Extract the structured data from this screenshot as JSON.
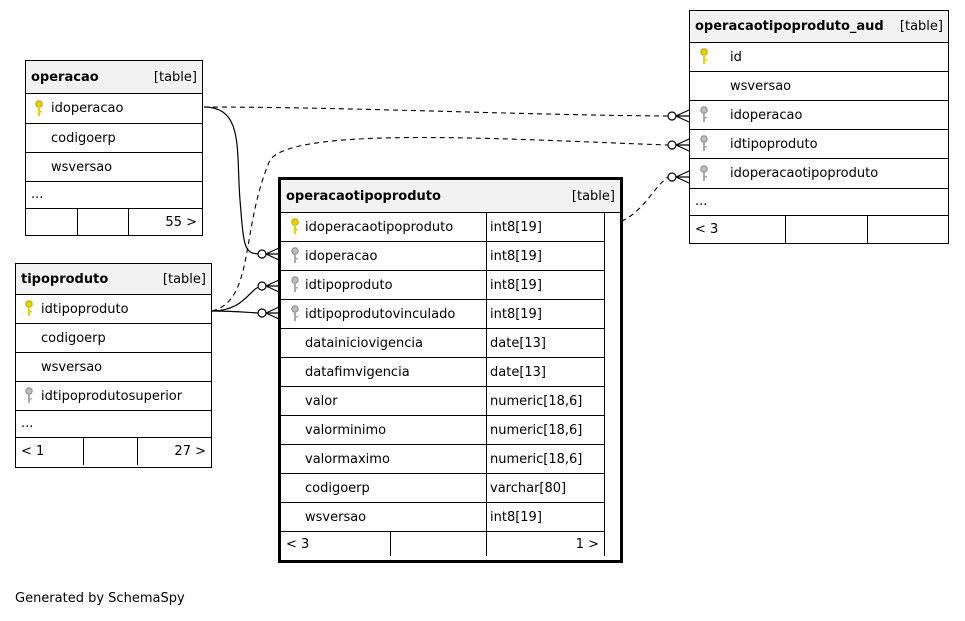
{
  "tables": {
    "operacao": {
      "name": "operacao",
      "tag": "[table]",
      "columns": [
        {
          "name": "idoperacao",
          "key": "primary"
        },
        {
          "name": "codigoerp",
          "key": ""
        },
        {
          "name": "wsversao",
          "key": ""
        }
      ],
      "ellipsis": "...",
      "footer": [
        "",
        "",
        "55 >"
      ]
    },
    "tipoproduto": {
      "name": "tipoproduto",
      "tag": "[table]",
      "columns": [
        {
          "name": "idtipoproduto",
          "key": "primary"
        },
        {
          "name": "codigoerp",
          "key": ""
        },
        {
          "name": "wsversao",
          "key": ""
        },
        {
          "name": "idtipoprodutosuperior",
          "key": "foreign"
        }
      ],
      "ellipsis": "...",
      "footer": [
        "< 1",
        "",
        "27 >"
      ]
    },
    "operacaotipoproduto": {
      "name": "operacaotipoproduto",
      "tag": "[table]",
      "columns": [
        {
          "name": "idoperacaotipoproduto",
          "type": "int8[19]",
          "key": "primary"
        },
        {
          "name": "idoperacao",
          "type": "int8[19]",
          "key": "foreign"
        },
        {
          "name": "idtipoproduto",
          "type": "int8[19]",
          "key": "foreign"
        },
        {
          "name": "idtipoprodutovinculado",
          "type": "int8[19]",
          "key": "foreign"
        },
        {
          "name": "datainiciovigencia",
          "type": "date[13]",
          "key": ""
        },
        {
          "name": "datafimvigencia",
          "type": "date[13]",
          "key": ""
        },
        {
          "name": "valor",
          "type": "numeric[18,6]",
          "key": ""
        },
        {
          "name": "valorminimo",
          "type": "numeric[18,6]",
          "key": ""
        },
        {
          "name": "valormaximo",
          "type": "numeric[18,6]",
          "key": ""
        },
        {
          "name": "codigoerp",
          "type": "varchar[80]",
          "key": ""
        },
        {
          "name": "wsversao",
          "type": "int8[19]",
          "key": ""
        }
      ],
      "footer": [
        "< 3",
        "",
        "1 >"
      ]
    },
    "operacaotipoproduto_aud": {
      "name": "operacaotipoproduto_aud",
      "tag": "[table]",
      "columns": [
        {
          "name": "id",
          "key": "primary"
        },
        {
          "name": "wsversao",
          "key": ""
        },
        {
          "name": "idoperacao",
          "key": "foreign"
        },
        {
          "name": "idtipoproduto",
          "key": "foreign"
        },
        {
          "name": "idoperacaotipoproduto",
          "key": "foreign"
        }
      ],
      "ellipsis": "...",
      "footer": [
        "< 3",
        "",
        ""
      ]
    }
  },
  "credit": "Generated by SchemaSpy",
  "colors": {
    "primary_key": "#e8d200",
    "foreign_key": "#a8a8a8",
    "header_bg": "#f2f2f2"
  }
}
